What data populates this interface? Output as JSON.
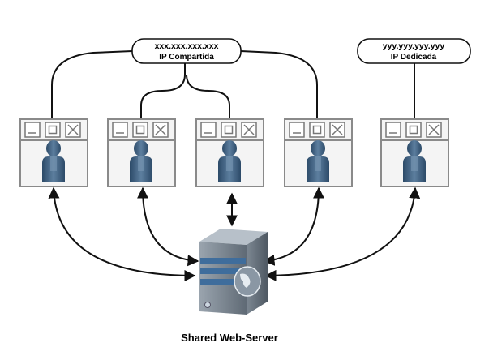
{
  "shared_ip": {
    "address": "xxx.xxx.xxx.xxx",
    "label": "IP Compartida"
  },
  "dedicated_ip": {
    "address": "yyy.yyy.yyy.yyy",
    "label": "IP Dedicada"
  },
  "server": {
    "label": "Shared Web-Server"
  },
  "colors": {
    "line": "#111111",
    "window_border": "#8a8a8a",
    "window_fill": "#f4f4f4",
    "user": "#3f5f7f",
    "server_body": "#6f7a86",
    "server_stripe": "#4a6f9a"
  },
  "windows": [
    {
      "name": "site-window-1",
      "ip": "shared"
    },
    {
      "name": "site-window-2",
      "ip": "shared"
    },
    {
      "name": "site-window-3",
      "ip": "shared"
    },
    {
      "name": "site-window-4",
      "ip": "shared"
    },
    {
      "name": "site-window-5",
      "ip": "dedicated"
    }
  ]
}
